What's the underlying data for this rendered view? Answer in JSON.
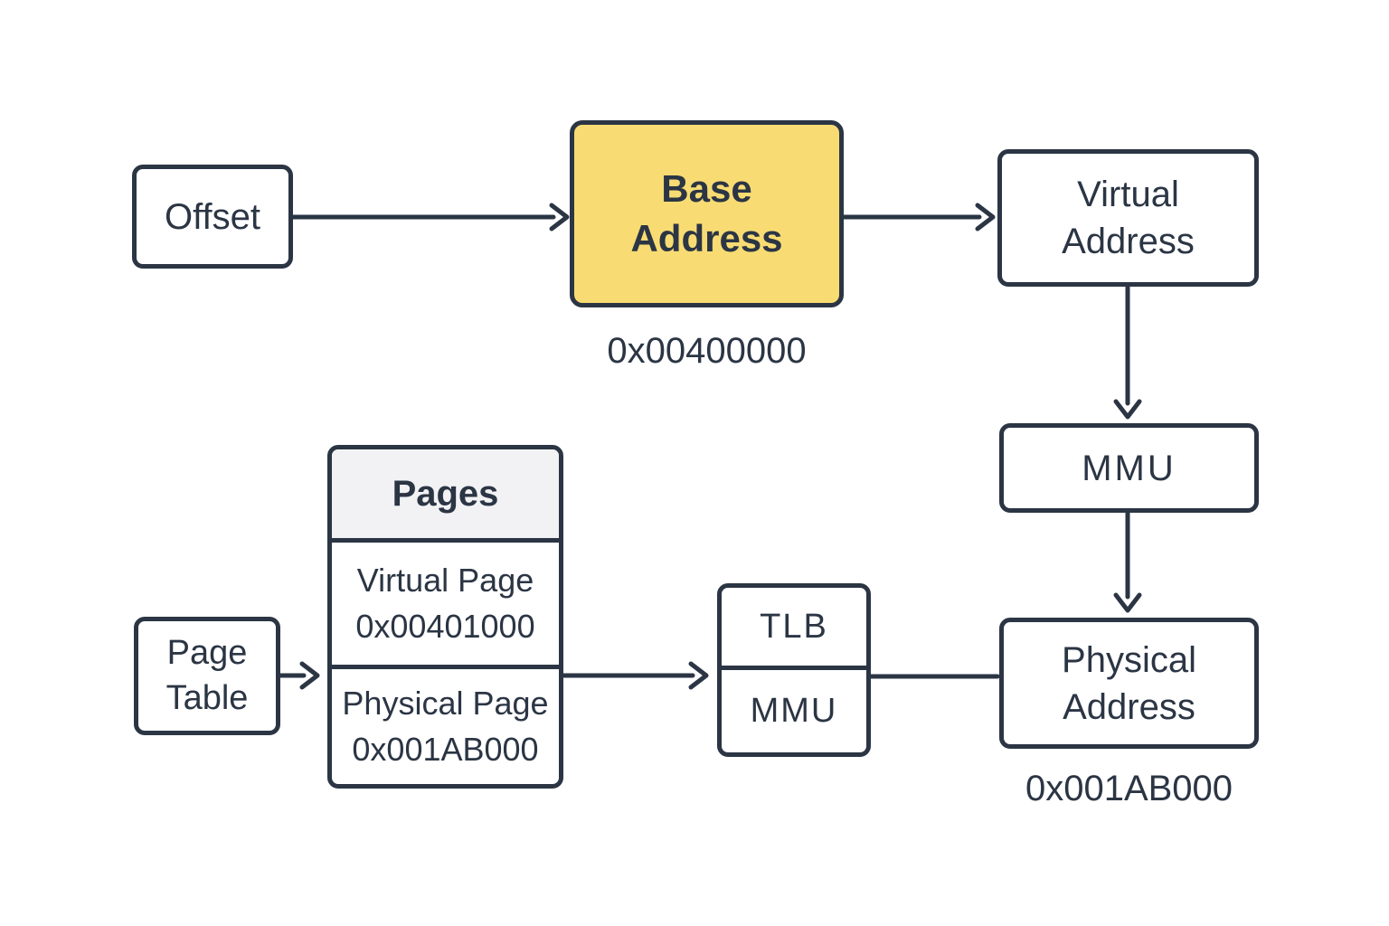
{
  "diagram": {
    "title_semantic": "virtual-memory-address-translation",
    "colors": {
      "ink": "#2b3544",
      "highlight_fill": "#f8dc73",
      "table_header_fill": "#f2f2f4",
      "background": "#ffffff"
    },
    "nodes": {
      "offset": {
        "label": "Offset"
      },
      "base_address": {
        "label": "Base\nAddress",
        "annotation": "0x00400000"
      },
      "virtual_address": {
        "label": "Virtual\nAddress"
      },
      "mmu": {
        "label": "MMU"
      },
      "physical_address": {
        "label": "Physical\nAddress",
        "annotation": "0x001AB000"
      },
      "page_table": {
        "label": "Page\nTable"
      },
      "tlb_mmu": {
        "top_label": "TLB",
        "bottom_label": "MMU"
      },
      "pages_table": {
        "header": "Pages",
        "rows": [
          {
            "title": "Virtual Page",
            "value": "0x00401000"
          },
          {
            "title": "Physical Page",
            "value": "0x001AB000"
          }
        ]
      }
    },
    "connections": [
      {
        "from": "offset",
        "to": "base_address",
        "arrow": true
      },
      {
        "from": "base_address",
        "to": "virtual_address",
        "arrow": true
      },
      {
        "from": "virtual_address",
        "to": "mmu",
        "arrow": true
      },
      {
        "from": "mmu",
        "to": "physical_address",
        "arrow": true
      },
      {
        "from": "page_table",
        "to": "pages_table",
        "arrow": true
      },
      {
        "from": "pages_table",
        "to": "tlb_mmu",
        "arrow": true
      },
      {
        "from": "tlb_mmu",
        "to": "physical_address",
        "arrow": false
      }
    ]
  }
}
